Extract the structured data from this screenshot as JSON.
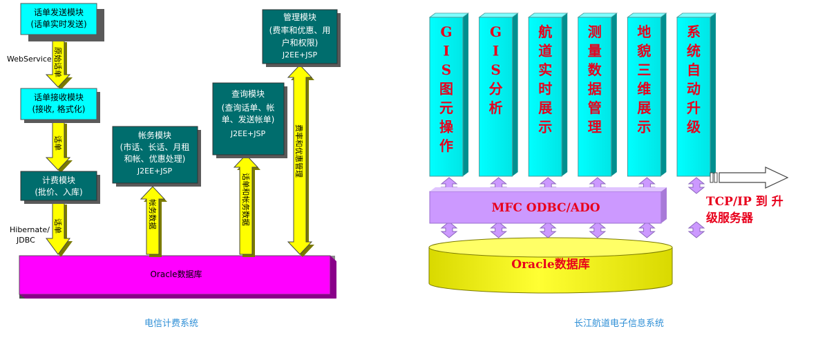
{
  "left": {
    "caption": "电信计费系统",
    "send_module": [
      "话单发送模块",
      "(话单实时发送)"
    ],
    "receive_module": [
      "话单接收模块",
      "(接收, 格式化)"
    ],
    "billing_module": [
      "计费模块",
      "(批价、入库)"
    ],
    "account_module": [
      "帐务模块",
      "(市话、长话、月租",
      "和帐、优惠处理)",
      "J2EE+JSP"
    ],
    "query_module": [
      "查询模块",
      "(查询话单、帐",
      "单、发送帐单)",
      "J2EE+JSP"
    ],
    "manage_module": [
      "管理模块",
      "(费率和优惠、用",
      "户和权限)",
      "J2EE+JSP"
    ],
    "label_webservice": "WebService",
    "label_hibernate": [
      "Hibernate/",
      "JDBC"
    ],
    "arrow_raw": "原始话单",
    "arrow_call1": "话单",
    "arrow_call2": "话单",
    "arrow_account": "帐务数据",
    "arrow_call_account": "话单和帐务数据",
    "arrow_rate": "费率和优惠管理",
    "database": "Oracle数据库"
  },
  "right": {
    "caption": "长江航道电子信息系统",
    "modules": [
      "GIS图元操作",
      "GIS分析",
      "航道实时展示",
      "测量数据管理",
      "地貌三维展示",
      "系统自动升级"
    ],
    "middleware": "MFC ODBC/ADO",
    "database": "Oracle数据库",
    "tcp": [
      "TCP/IP 到 升",
      "级服务器"
    ]
  },
  "colors": {
    "cyan_box": "#00ffff",
    "teal_box": "#006d6d",
    "yellow_arrow": "#ffff00",
    "magenta_db": "#ff00ff",
    "lavender": "#cc99ff",
    "red_text": "#e8001c",
    "caption_blue": "#2f8fd6"
  }
}
